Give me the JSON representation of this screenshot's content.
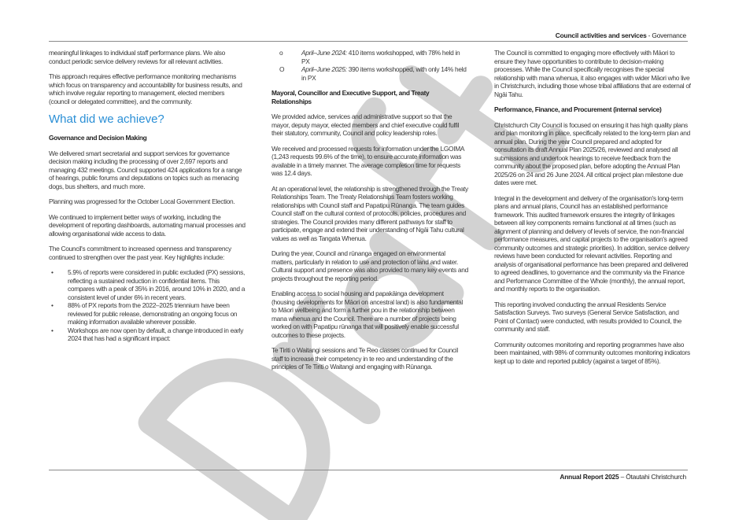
{
  "header": {
    "section": "Council activities and services",
    "separator": " - ",
    "subsection": "Governance"
  },
  "footer": {
    "title": "Annual Report 2025",
    "separator": " – ",
    "place": "Ōtautahi Christchurch"
  },
  "watermark": "Draft",
  "col1": {
    "p1": "meaningful linkages to individual staff performance plans. We also conduct periodic service delivery reviews for all relevant activities.",
    "p2": "This approach requires effective performance monitoring mechanisms which focus on transparency and accountability for business results, and which involve regular reporting to management, elected members (council or delegated committee), and the community.",
    "heading": "What did we achieve?",
    "subheading": "Governance and Decision Making",
    "p3": "We delivered smart secretarial and support services for governance decision making including the processing of over 2,697 reports and managing 432 meetings.  Council supported 424 applications for a range of hearings, public forums and deputations on topics such as menacing dogs, bus shelters, and much more.",
    "p4": "Planning was progressed for the October Local Government Election.",
    "p5": "We continued to implement better ways of working, including the development of reporting dashboards, automating manual processes and allowing organisational wide access to data.",
    "p6": "The Council's commitment to increased openness and transparency continued to strengthen over the past year. Key highlights include:",
    "bullets": [
      "5.9% of reports were considered in public excluded (PX) sessions, reflecting a sustained reduction in confidential items. This compares with a peak of 35% in 2016, around 10% in 2020, and a consistent level of under 6% in recent years.",
      "88% of PX reports from the 2022–2025 triennium have been reviewed for public release, demonstrating an ongoing focus on making information available wherever possible.",
      "Workshops are now open by default, a change introduced in early 2024 that has had a significant impact:"
    ],
    "bullet_glyph": "•"
  },
  "col2": {
    "sub_bullets": [
      {
        "period": "April–June 2024:",
        "text": " 410 items workshopped, with 78% held in PX",
        "glyph": "o"
      },
      {
        "period": "April–June 2025:",
        "text": " 390 items workshopped, with only 14% held in PX",
        "glyph": "O"
      }
    ],
    "subheading": "Mayoral, Councillor and Executive Support, and Treaty Relationships",
    "p1": "We provided advice, services and administrative support so that the mayor, deputy mayor, elected members and chief executive could fulfil their statutory, community, Council and policy leadership roles.",
    "p2": "We received and processed requests for information under the LGOIMA (1,243 requests 99.6% of the time), to ensure accurate information was available in a timely manner. The average completion time for requests was 12.4 days.",
    "p3": "At an operational level, the relationship is strengthened through the Treaty Relationships Team. The Treaty Relationships Team fosters working relationships with Council staff and Papatipu Rūnanga. The team guides Council staff on the cultural context of protocols, policies, procedures and strategies. The Council provides many different pathways for staff to participate, engage and extend their understanding of Ngāi Tahu cultural values as well as Tangata Whenua.",
    "p4": "During the year, Council and rūnanga engaged on environmental matters, particularly in relation to use and protection of land and water. Cultural support and presence was also provided to many key events and projects throughout the reporting period.",
    "p5": "Enabling access to social housing and papakāinga development (housing developments for Māori on ancestral land) is also fundamental to Māori wellbeing and form a further pou in the relationship between mana whenua and the Council. There are a number of projects being worked on with Papatipu rūnanga that will positively enable successful outcomes to these projects.",
    "p6": "Te Tiriti o Waitangi sessions and Te Reo classes continued for Council staff to increase their competency in te reo and understanding of the principles of Te Tiriti o Waitangi and engaging with Rūnanga."
  },
  "col3": {
    "p1": "The Council is committed to engaging more effectively with Māori to ensure they have opportunities to contribute to decision-making processes. While the Council specifically recognises the special relationship with mana whenua, it also engages with wider Māori who live in Christchurch, including those whose tribal affiliations that are external of Ngāi Tahu.",
    "subheading": "Performance, Finance, and Procurement (internal service)",
    "p2": "Christchurch City Council is focused on ensuring it has high quality plans and plan monitoring in place, specifically related to the long-term plan and annual plan. During the year Council prepared and adopted for consultation its draft Annual Plan 2025/26, reviewed and analysed all submissions and undertook hearings to receive feedback from the community about the proposed plan, before adopting the Annual Plan 2025/26 on 24 and 26 June 2024. All critical project plan milestone due dates were met.",
    "p3": "Integral in the development and delivery of the organisation's long-term plans and annual plans, Council has an established performance framework. This audited framework ensures the integrity of linkages between all key components remains functional at all times (such as alignment of planning and delivery of levels of service, the non-financial performance measures, and capital projects to the organisation's agreed community outcomes and strategic priorities). In addition, service delivery reviews have been conducted for relevant activities. Reporting and analysis of organisational performance has been prepared and delivered to agreed deadlines, to governance and the community via the Finance and Performance Committee of the Whole (monthly), the annual report, and monthly reports to the organisation.",
    "p4": "This reporting involved conducting the annual Residents Service Satisfaction Surveys. Two surveys (General Service Satisfaction, and Point of Contact) were conducted, with results provided to Council, the community and staff.",
    "p5": "Community outcomes monitoring and reporting programmes have also been maintained, with 98% of community outcomes monitoring indicators kept up to date and reported publicly (against a target of 85%)."
  }
}
